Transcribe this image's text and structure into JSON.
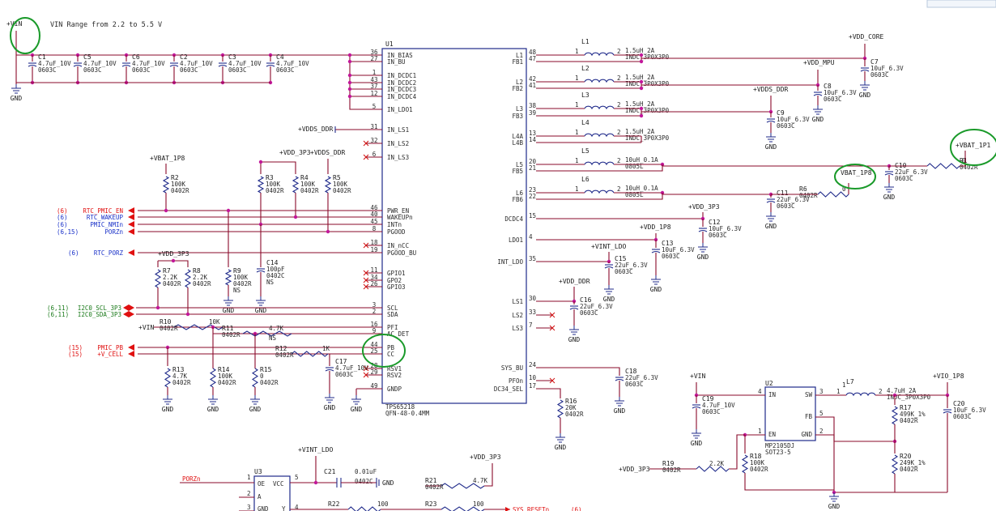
{
  "note": "VIN Range from 2.2 to 5.5 V",
  "u1": {
    "ref": "U1",
    "part": "TPS65218",
    "package": "QFN-48-0.4MM",
    "left_pins": [
      {
        "num": "36",
        "name": "IN_BIAS"
      },
      {
        "num": "27",
        "name": "IN_BU"
      },
      {
        "num": "1",
        "name": "IN_DCDC1"
      },
      {
        "num": "43",
        "name": "IN_DCDC2"
      },
      {
        "num": "37",
        "name": "IN_DCDC3"
      },
      {
        "num": "12",
        "name": "IN_DCDC4"
      },
      {
        "num": "5",
        "name": "IN_LDO1"
      },
      {
        "num": "31",
        "name": "IN_LS1"
      },
      {
        "num": "32",
        "name": "IN_LS2"
      },
      {
        "num": "6",
        "name": "IN_LS3"
      },
      {
        "num": "46",
        "name": "PWR_EN"
      },
      {
        "num": "40",
        "name": "WAKEUPn"
      },
      {
        "num": "45",
        "name": "INTn"
      },
      {
        "num": "8",
        "name": "PGOOD"
      },
      {
        "num": "18",
        "name": "IN_nCC"
      },
      {
        "num": "19",
        "name": "PGOOD_BU"
      },
      {
        "num": "11",
        "name": "GPIO1"
      },
      {
        "num": "34",
        "name": "GPO2"
      },
      {
        "num": "26",
        "name": "GPIO3"
      },
      {
        "num": "3",
        "name": "SCL"
      },
      {
        "num": "2",
        "name": "SDA"
      },
      {
        "num": "16",
        "name": "PFI"
      },
      {
        "num": "9",
        "name": "AC_DET"
      },
      {
        "num": "44",
        "name": "PB"
      },
      {
        "num": "25",
        "name": "CC"
      },
      {
        "num": "28",
        "name": "RSV1"
      },
      {
        "num": "29",
        "name": "RSV2"
      },
      {
        "num": "49",
        "name": "GNDP"
      }
    ],
    "right_pins": [
      {
        "num": "48",
        "name": "L1"
      },
      {
        "num": "47",
        "name": "FB1"
      },
      {
        "num": "42",
        "name": "L2"
      },
      {
        "num": "41",
        "name": "FB2"
      },
      {
        "num": "38",
        "name": "L3"
      },
      {
        "num": "39",
        "name": "FB3"
      },
      {
        "num": "13",
        "name": "L4A"
      },
      {
        "num": "14",
        "name": "L4B"
      },
      {
        "num": "20",
        "name": "L5"
      },
      {
        "num": "21",
        "name": "FB5"
      },
      {
        "num": "23",
        "name": "L6"
      },
      {
        "num": "22",
        "name": "FB6"
      },
      {
        "num": "15",
        "name": "DCDC4"
      },
      {
        "num": "4",
        "name": "LDO1"
      },
      {
        "num": "35",
        "name": "INT_LDO"
      },
      {
        "num": "30",
        "name": "LS1"
      },
      {
        "num": "33",
        "name": "LS2"
      },
      {
        "num": "7",
        "name": "LS3"
      },
      {
        "num": "24",
        "name": "SYS_BU"
      },
      {
        "num": "10",
        "name": "PFOn"
      },
      {
        "num": "17",
        "name": "DC34_SEL"
      }
    ]
  },
  "u2": {
    "ref": "U2",
    "part": "MP2105DJ",
    "package": "SOT23-5",
    "pins": [
      {
        "num": "4",
        "name": "IN"
      },
      {
        "num": "3",
        "name": "SW"
      },
      {
        "num": "5",
        "name": "FB"
      },
      {
        "num": "1",
        "name": "EN"
      },
      {
        "num": "2",
        "name": "GND"
      }
    ]
  },
  "u3": {
    "ref": "U3",
    "pins": [
      {
        "num": "5",
        "name": "VCC"
      },
      {
        "num": "1",
        "name": "OE"
      },
      {
        "num": "2",
        "name": "A"
      },
      {
        "num": "3",
        "name": "GND"
      },
      {
        "num": "4",
        "name": "Y"
      }
    ]
  },
  "inductors": [
    {
      "ref": "L1",
      "val": "1.5uH_2A",
      "pkg": "INDC_3P0X3P0"
    },
    {
      "ref": "L2",
      "val": "1.5uH_2A",
      "pkg": "INDC_3P0X3P0"
    },
    {
      "ref": "L3",
      "val": "1.5uH_2A",
      "pkg": "INDC_3P0X3P0"
    },
    {
      "ref": "L4",
      "val": "1.5uH_2A",
      "pkg": "INDC_3P0X3P0"
    },
    {
      "ref": "L5",
      "val": "10uH_0.1A",
      "pkg": "0805L"
    },
    {
      "ref": "L6",
      "val": "10uH_0.1A",
      "pkg": "0805L"
    },
    {
      "ref": "L7",
      "val": "4.7uH_2A",
      "pkg": "INDC_3P0X3P0"
    }
  ],
  "capacitors": [
    {
      "ref": "C1",
      "val": "4.7uF_10V",
      "pkg": "0603C"
    },
    {
      "ref": "C5",
      "val": "4.7uF_10V",
      "pkg": "0603C"
    },
    {
      "ref": "C6",
      "val": "4.7uF_10V",
      "pkg": "0603C"
    },
    {
      "ref": "C2",
      "val": "4.7uF_10V",
      "pkg": "0603C"
    },
    {
      "ref": "C3",
      "val": "4.7uF_10V",
      "pkg": "0603C"
    },
    {
      "ref": "C4",
      "val": "4.7uF_10V",
      "pkg": "0603C"
    },
    {
      "ref": "C7",
      "val": "10uF_6.3V",
      "pkg": "0603C"
    },
    {
      "ref": "C8",
      "val": "10uF_6.3V",
      "pkg": "0603C"
    },
    {
      "ref": "C9",
      "val": "10uF_6.3V",
      "pkg": "0603C"
    },
    {
      "ref": "C10",
      "val": "22uF_6.3V",
      "pkg": "0603C"
    },
    {
      "ref": "C11",
      "val": "22uF_6.3V",
      "pkg": "0603C"
    },
    {
      "ref": "C12",
      "val": "10uF_6.3V",
      "pkg": "0603C"
    },
    {
      "ref": "C13",
      "val": "10uF_6.3V",
      "pkg": "0603C"
    },
    {
      "ref": "C14",
      "val": "100pF",
      "pkg": "0402C",
      "extra": "NS"
    },
    {
      "ref": "C15",
      "val": "22uF_6.3V",
      "pkg": "0603C"
    },
    {
      "ref": "C16",
      "val": "22uF_6.3V",
      "pkg": "0603C"
    },
    {
      "ref": "C17",
      "val": "4.7uF_10V",
      "pkg": "0603C"
    },
    {
      "ref": "C18",
      "val": "22uF_6.3V",
      "pkg": "0603C"
    },
    {
      "ref": "C19",
      "val": "4.7uF_10V",
      "pkg": "0603C"
    },
    {
      "ref": "C20",
      "val": "10uF_6.3V",
      "pkg": "0603C"
    },
    {
      "ref": "C21",
      "val": "0.01uF",
      "pkg": "0402C"
    }
  ],
  "resistors": [
    {
      "ref": "R1",
      "val": "0",
      "pkg": "0402R"
    },
    {
      "ref": "R2",
      "val": "100K",
      "pkg": "0402R"
    },
    {
      "ref": "R3",
      "val": "100K",
      "pkg": "0402R"
    },
    {
      "ref": "R4",
      "val": "100K",
      "pkg": "0402R"
    },
    {
      "ref": "R5",
      "val": "100K",
      "pkg": "0402R"
    },
    {
      "ref": "R6",
      "val": "0",
      "pkg": "0402R"
    },
    {
      "ref": "R7",
      "val": "2.2K",
      "pkg": "0402R"
    },
    {
      "ref": "R8",
      "val": "2.2K",
      "pkg": "0402R"
    },
    {
      "ref": "R9",
      "val": "100K",
      "pkg": "0402R",
      "extra": "NS"
    },
    {
      "ref": "R10",
      "val": "10K",
      "pkg": "0402R"
    },
    {
      "ref": "R11",
      "val": "4.7K",
      "pkg": "0402R",
      "extra": "NS"
    },
    {
      "ref": "R12",
      "val": "1K",
      "pkg": "0402R"
    },
    {
      "ref": "R13",
      "val": "4.7K",
      "pkg": "0402R"
    },
    {
      "ref": "R14",
      "val": "100K",
      "pkg": "0402R"
    },
    {
      "ref": "R15",
      "val": "0",
      "pkg": "0402R"
    },
    {
      "ref": "R16",
      "val": "20K",
      "pkg": "0402R"
    },
    {
      "ref": "R17",
      "val": "499K_1%",
      "pkg": "0402R"
    },
    {
      "ref": "R18",
      "val": "100K",
      "pkg": "0402R"
    },
    {
      "ref": "R19",
      "val": "2.2K",
      "pkg": "0402R"
    },
    {
      "ref": "R20",
      "val": "249K_1%",
      "pkg": "0402R"
    },
    {
      "ref": "R21",
      "val": "4.7K",
      "pkg": "0402R"
    },
    {
      "ref": "R22",
      "val": "100"
    },
    {
      "ref": "R23",
      "val": "100"
    }
  ],
  "nets": {
    "vin": "+VIN",
    "vdd_core": "+VDD_CORE",
    "vdd_mpu": "+VDD_MPU",
    "vdds_ddr": "+VDDS_DDR",
    "vbat_1p1": "+VBAT_1P1",
    "vbat_1p8": "VBAT_1P8",
    "vbat_1p8_plus": "+VBAT_1P8",
    "vdd_3p3": "+VDD_3P3",
    "vdd_1p8": "+VDD_1P8",
    "vint_ldo": "+VINT_LDO",
    "vdd_ddr": "+VDD_DDR",
    "vio_1p8": "+VIO_1P8",
    "gnd": "GND"
  },
  "left_signals": [
    {
      "ref": "(6)",
      "name": "RTC_PMIC_EN",
      "color": "#e01010"
    },
    {
      "ref": "(6)",
      "name": "RTC_WAKEUP",
      "color": "#1830c8"
    },
    {
      "ref": "(6)",
      "name": "PMIC_NMIn",
      "color": "#1830c8"
    },
    {
      "ref": "(6,15)",
      "name": "PORZn",
      "color": "#1830c8"
    },
    {
      "ref": "(6)",
      "name": "RTC_PORZ",
      "color": "#1830c8"
    },
    {
      "ref": "(6,11)",
      "name": "I2C0_SCL_3P3",
      "color": "#1a7a1a"
    },
    {
      "ref": "(6,11)",
      "name": "I2C0_SDA_3P3",
      "color": "#1a7a1a"
    },
    {
      "ref": "(15)",
      "name": "PMIC_PB",
      "color": "#e01010"
    },
    {
      "ref": "(15)",
      "name": "+V_CELL",
      "color": "#e01010"
    }
  ],
  "bottom": {
    "porzn": "PORZn",
    "sys_resetn": "SYS_RESETn",
    "ref6": "(6)"
  },
  "highlight_color": "#1a9a2a"
}
